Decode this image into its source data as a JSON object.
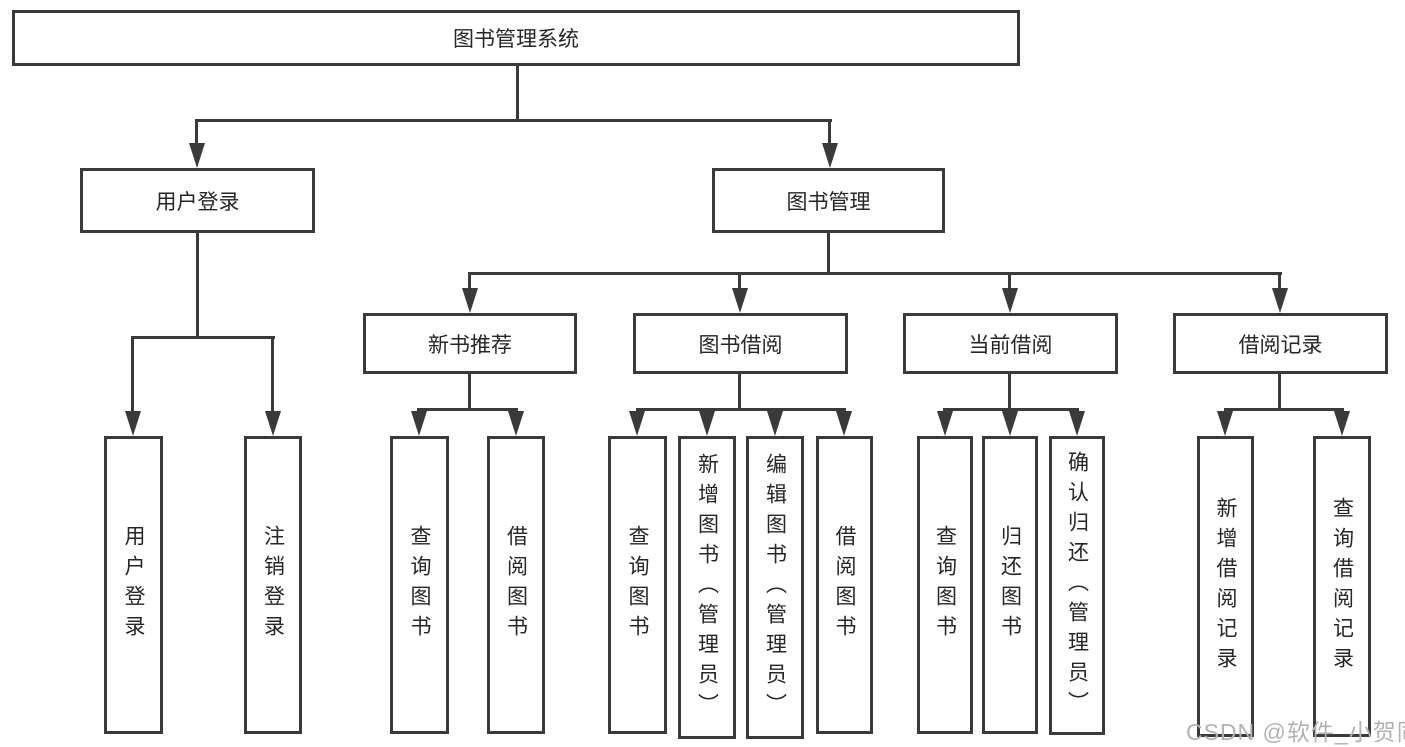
{
  "colors": {
    "line": "#3a3a3a",
    "text": "#262626",
    "watermark": "#b2b2b2",
    "background": "#ffffff"
  },
  "watermark": {
    "text": "CSDN @软件_小贺同学"
  },
  "tree": {
    "root": {
      "label": "图书管理系统",
      "children": [
        {
          "label": "用户登录",
          "children": [
            {
              "label": "用户登录"
            },
            {
              "label": "注销登录"
            }
          ]
        },
        {
          "label": "图书管理",
          "children": [
            {
              "label": "新书推荐",
              "children": [
                {
                  "label": "查询图书"
                },
                {
                  "label": "借阅图书"
                }
              ]
            },
            {
              "label": "图书借阅",
              "children": [
                {
                  "label": "查询图书"
                },
                {
                  "label": "新增图书（管理员）"
                },
                {
                  "label": "编辑图书（管理员）"
                },
                {
                  "label": "借阅图书"
                }
              ]
            },
            {
              "label": "当前借阅",
              "children": [
                {
                  "label": "查询图书"
                },
                {
                  "label": "归还图书"
                },
                {
                  "label": "确认归还（管理员）"
                }
              ]
            },
            {
              "label": "借阅记录",
              "children": [
                {
                  "label": "新增借阅记录"
                },
                {
                  "label": "查询借阅记录"
                }
              ]
            }
          ]
        }
      ]
    }
  }
}
